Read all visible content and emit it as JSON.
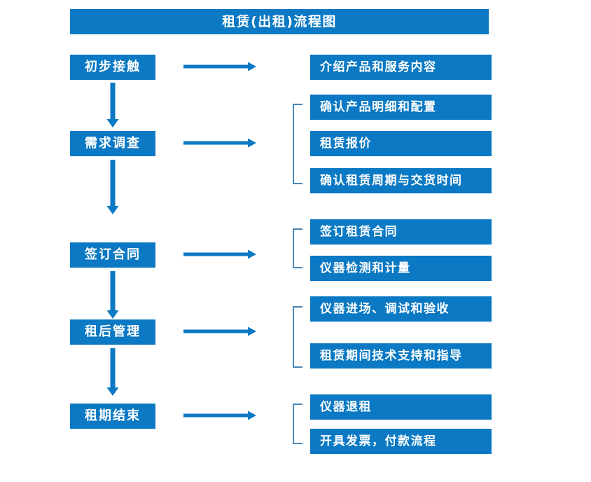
{
  "diagram": {
    "title": "租赁(出租)流程图",
    "accent_color": "#0b79c3",
    "text_color": "#ffffff",
    "background_color": "#ffffff",
    "bracket_color": "#4a86b8",
    "stages": [
      {
        "id": "stage-1",
        "label": "初步接触",
        "details": [
          "介绍产品和服务内容"
        ],
        "has_bracket": false
      },
      {
        "id": "stage-2",
        "label": "需求调查",
        "details": [
          "确认产品明细和配置",
          "租赁报价",
          "确认租赁周期与交货时间"
        ],
        "has_bracket": true
      },
      {
        "id": "stage-3",
        "label": "签订合同",
        "details": [
          "签订租赁合同",
          "仪器检测和计量"
        ],
        "has_bracket": true
      },
      {
        "id": "stage-4",
        "label": "租后管理",
        "details": [
          "仪器进场、调试和验收",
          "租赁期间技术支持和指导"
        ],
        "has_bracket": true
      },
      {
        "id": "stage-5",
        "label": "租期结束",
        "details": [
          "仪器退租",
          "开具发票，付款流程"
        ],
        "has_bracket": true
      }
    ],
    "connectors": {
      "horizontal_arrow_icon": "arrow-right-icon",
      "vertical_arrow_icon": "arrow-down-icon",
      "bracket_icon": "group-bracket-icon"
    }
  }
}
